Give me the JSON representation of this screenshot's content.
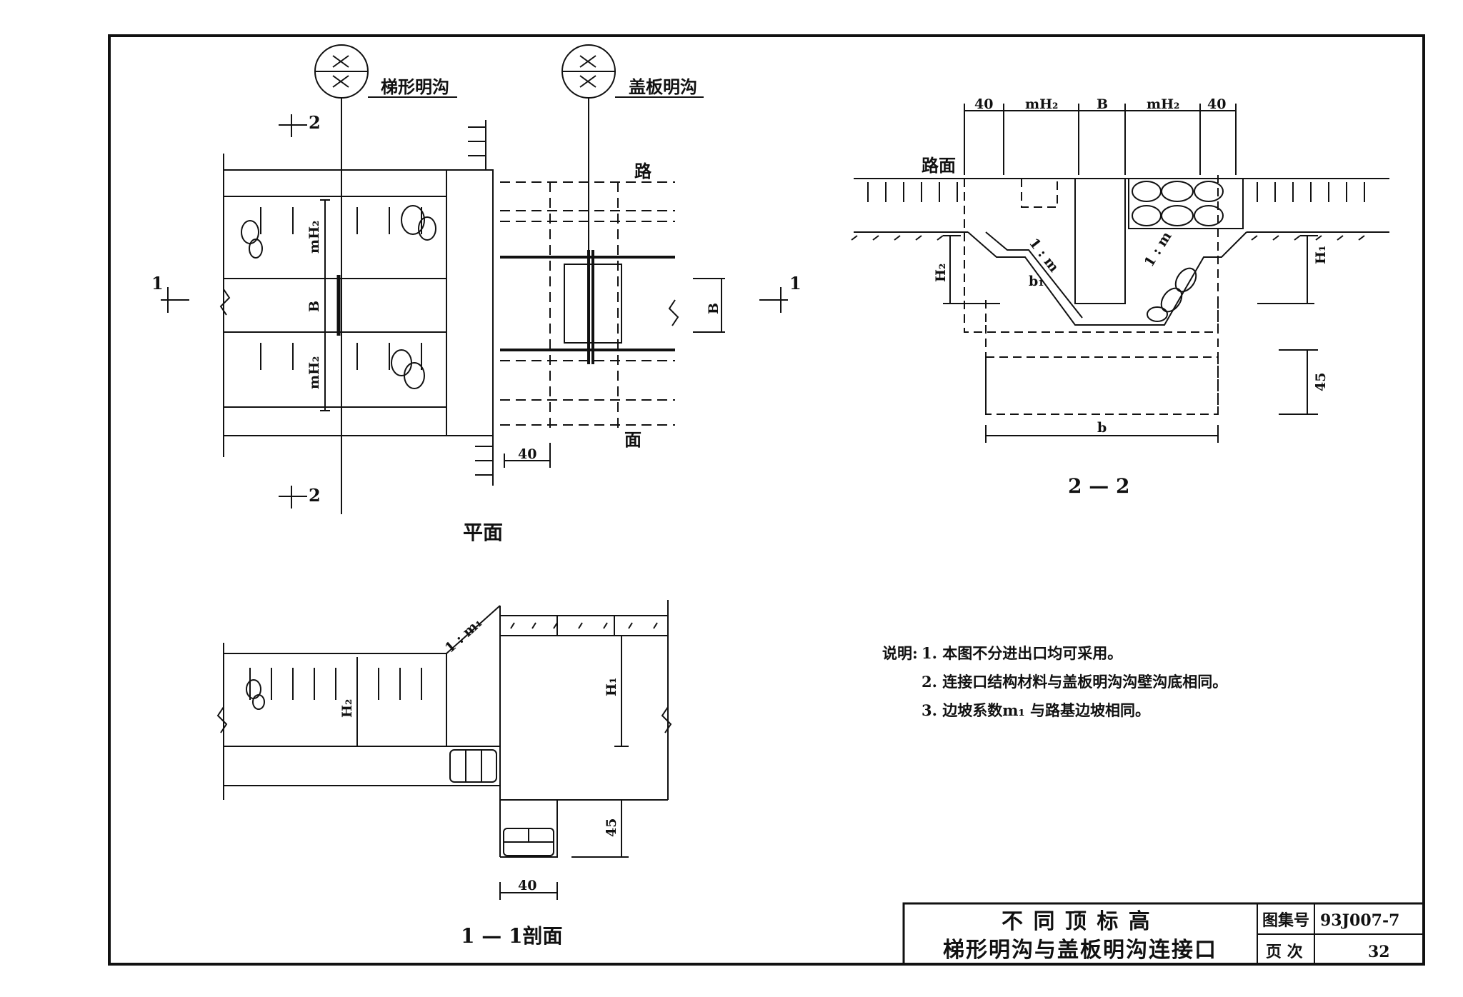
{
  "plan": {
    "caption": "平面",
    "ditch_left_label": "梯形明沟",
    "ditch_right_label": "盖板明沟",
    "road_label_top": "路",
    "road_label_bottom": "面",
    "dim_mH2_upper": "mH₂",
    "dim_B": "B",
    "dim_mH2_lower": "mH₂",
    "dim_B_right": "B",
    "dim_40": "40",
    "section_mark_1": "1",
    "section_mark_2": "2"
  },
  "section22": {
    "caption": "2 — 2",
    "road_surface": "路面",
    "dims_top": [
      "40",
      "mH₂",
      "B",
      "mH₂",
      "40"
    ],
    "slope_left": "1 : m",
    "slope_right": "1 : m",
    "b1": "b₁",
    "H2": "H₂",
    "H1": "H₁",
    "dim_45": "45",
    "dim_b": "b"
  },
  "section11": {
    "caption": "1 — 1剖面",
    "slope": "1 : m₁",
    "H2": "H₂",
    "H1": "H₁",
    "dim_45": "45",
    "dim_40": "40"
  },
  "notes": {
    "lead": "说明:",
    "items": [
      "1.  本图不分进出口均可采用。",
      "2.  连接口结构材料与盖板明沟沟壁沟底相同。",
      "3.  边坡系数m₁ 与路基边坡相同。"
    ]
  },
  "title_block": {
    "title_line1": "不 同 顶 标 高",
    "title_line2": "梯形明沟与盖板明沟连接口",
    "atlas_label": "图集号",
    "atlas_value": "93J007-7",
    "page_label": "页  次",
    "page_value": "32"
  }
}
